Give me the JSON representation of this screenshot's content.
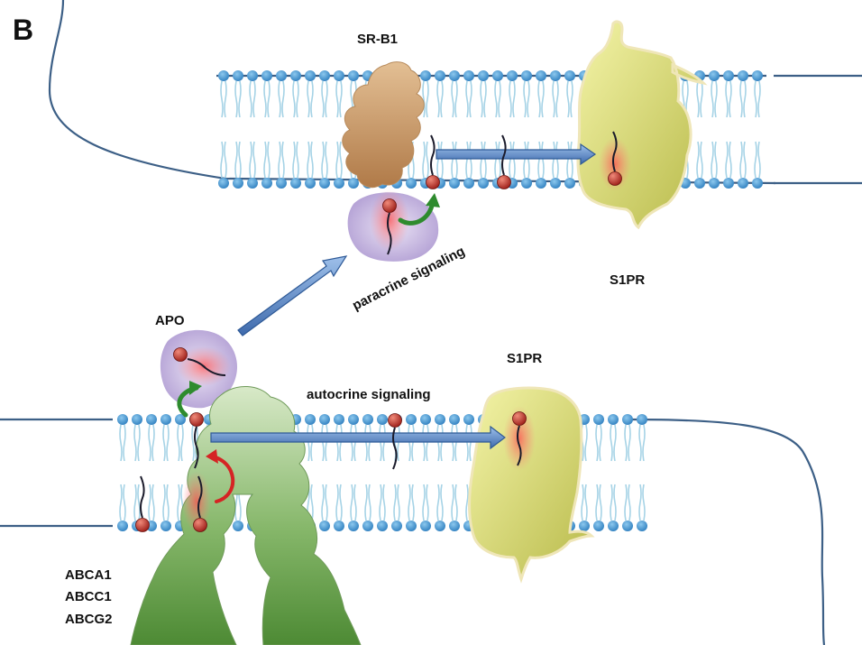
{
  "panel_label": "B",
  "labels": {
    "srb1": "SR-B1",
    "s1pr_top": "S1PR",
    "paracrine": "paracrine signaling",
    "apo": "APO",
    "s1pr_bottom": "S1PR",
    "autocrine": "autocrine signaling",
    "abca1": "ABCA1",
    "abcc1": "ABCC1",
    "abcg2": "ABCG2"
  },
  "colors": {
    "membrane_head": "#3f8ec9",
    "membrane_tail": "#a6d3e6",
    "cell_outline": "#3c5f86",
    "arrow": "#4f78b8",
    "srb1": "#c99a6a",
    "s1pr": "#e6e884",
    "abc_transporter": "#5f9a45",
    "apo": "#b9a6d6",
    "lipid_head": "#b52a22",
    "green_arrow": "#2e8b2e",
    "red_arrow": "#d52424"
  }
}
